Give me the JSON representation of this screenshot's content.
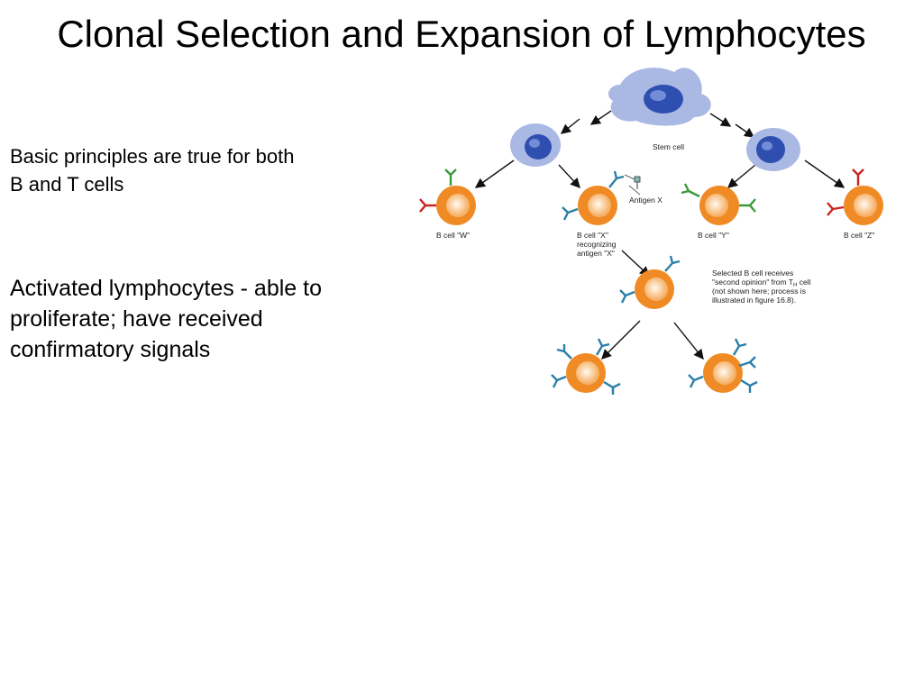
{
  "slide": {
    "title": "Clonal Selection and Expansion of Lymphocytes",
    "bullets": [
      "Basic principles are true for both B and T cells",
      "Activated lymphocytes - able to proliferate; have received confirmatory signals"
    ]
  },
  "figure": {
    "labels": {
      "stem_cell": "Stem cell",
      "antigen_x": "Antigen X",
      "b_cell_w": "B cell \"W\"",
      "b_cell_x": [
        "B cell \"X\"",
        "recognizing",
        "antigen \"X\""
      ],
      "b_cell_y": "B cell \"Y\"",
      "b_cell_z": "B cell \"Z\"",
      "selected_note": [
        "Selected B cell receives",
        "\"second opinion\" from T",
        "(not shown here; process is",
        "illustrated in figure 16.8)."
      ],
      "selected_note_sub": "H",
      "selected_note_tail": " cell"
    },
    "colors": {
      "stem_cell": "#a9b9e3",
      "stem_nucleus": "#2f4fb0",
      "b_cell": "#f08a24",
      "b_cell_core": "#fde8c8",
      "receptor_blue": "#2a7fa8",
      "receptor_green": "#3a9a3a",
      "receptor_red": "#cc2222"
    }
  }
}
